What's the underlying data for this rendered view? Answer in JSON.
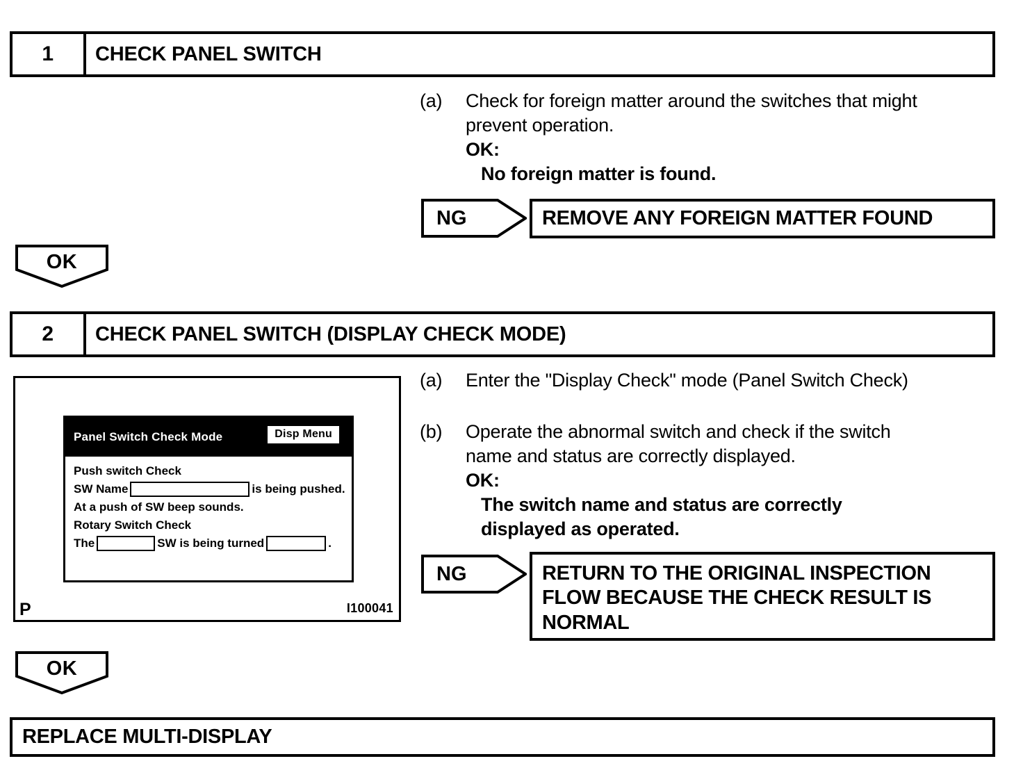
{
  "steps": [
    {
      "number": "1",
      "title": "CHECK PANEL SWITCH",
      "instructions": [
        {
          "marker": "(a)",
          "lines": [
            "Check for foreign matter around the switches that might",
            "prevent operation."
          ],
          "ok_label": "OK:",
          "ok_lines": [
            "No foreign matter is found."
          ]
        }
      ],
      "ng": {
        "label": "NG",
        "result_lines": [
          "REMOVE ANY FOREIGN MATTER FOUND"
        ]
      },
      "ok_connector": "OK"
    },
    {
      "number": "2",
      "title": "CHECK PANEL SWITCH (DISPLAY CHECK MODE)",
      "instructions": [
        {
          "marker": "(a)",
          "lines": [
            "Enter the \"Display Check\" mode (Panel Switch Check)"
          ],
          "ok_label": "",
          "ok_lines": []
        },
        {
          "marker": "(b)",
          "lines": [
            "Operate the abnormal switch and check if the switch",
            "name and status are correctly displayed."
          ],
          "ok_label": "OK:",
          "ok_lines": [
            "The switch name and status are correctly",
            "displayed as operated."
          ]
        }
      ],
      "ng": {
        "label": "NG",
        "result_lines": [
          "RETURN TO THE ORIGINAL INSPECTION",
          "FLOW BECAUSE THE CHECK RESULT IS",
          "NORMAL"
        ]
      },
      "ok_connector": "OK"
    }
  ],
  "figure": {
    "position_code": "P",
    "figure_id": "I100041",
    "device": {
      "header_title": "Panel Switch Check Mode",
      "menu_button": "Disp Menu",
      "push_section_title": "Push switch Check",
      "sw_name_label": "SW Name",
      "sw_name_value": "",
      "sw_name_suffix": "is being pushed.",
      "beep_note": "At a push of SW beep sounds.",
      "rotary_section_title": "Rotary Switch Check",
      "rotary_prefix": "The",
      "rotary_switch_value": "",
      "rotary_mid": "SW is being turned",
      "rotary_direction_value": "",
      "rotary_suffix": "."
    }
  },
  "final": {
    "label": "REPLACE MULTI-DISPLAY"
  },
  "colors": {
    "ink": "#000000",
    "paper": "#ffffff",
    "device_header_bg": "#000000",
    "device_header_fg": "#ffffff"
  }
}
